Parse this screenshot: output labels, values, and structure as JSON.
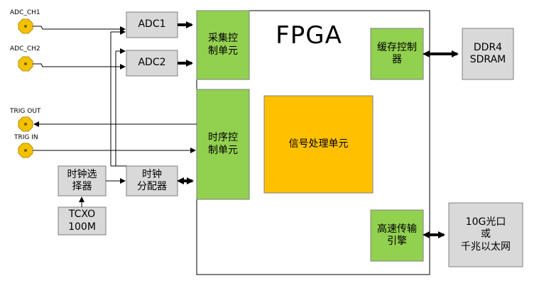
{
  "fpga": {
    "title": "FPGA"
  },
  "signals": {
    "adc_ch1": "ADC_CH1",
    "adc_ch2": "ADC_CH2",
    "trig_out": "TRIG OUT",
    "trig_in": "TRIG IN"
  },
  "blocks": {
    "adc1": "ADC1",
    "adc2": "ADC2",
    "acq_ctrl": "采集控\n制单元",
    "timing_ctrl": "时序控\n制单元",
    "dsp": "信号处理单元",
    "cache_ctrl": "缓存控制\n器",
    "ddr4": "DDR4\nSDRAM",
    "hs_engine": "高速传输\n引擎",
    "net": "10G光口\n或\n千兆以太网",
    "clk_sel": "时钟选\n择器",
    "clk_dist": "时钟\n分配器",
    "tcxo": "TCXO\n100M"
  },
  "colors": {
    "green": "#92D050",
    "yellow": "#FFC000",
    "gray": "#D9D9D9",
    "connector": "#F2C200",
    "line": "#000000",
    "border": "#7F7F7F"
  }
}
